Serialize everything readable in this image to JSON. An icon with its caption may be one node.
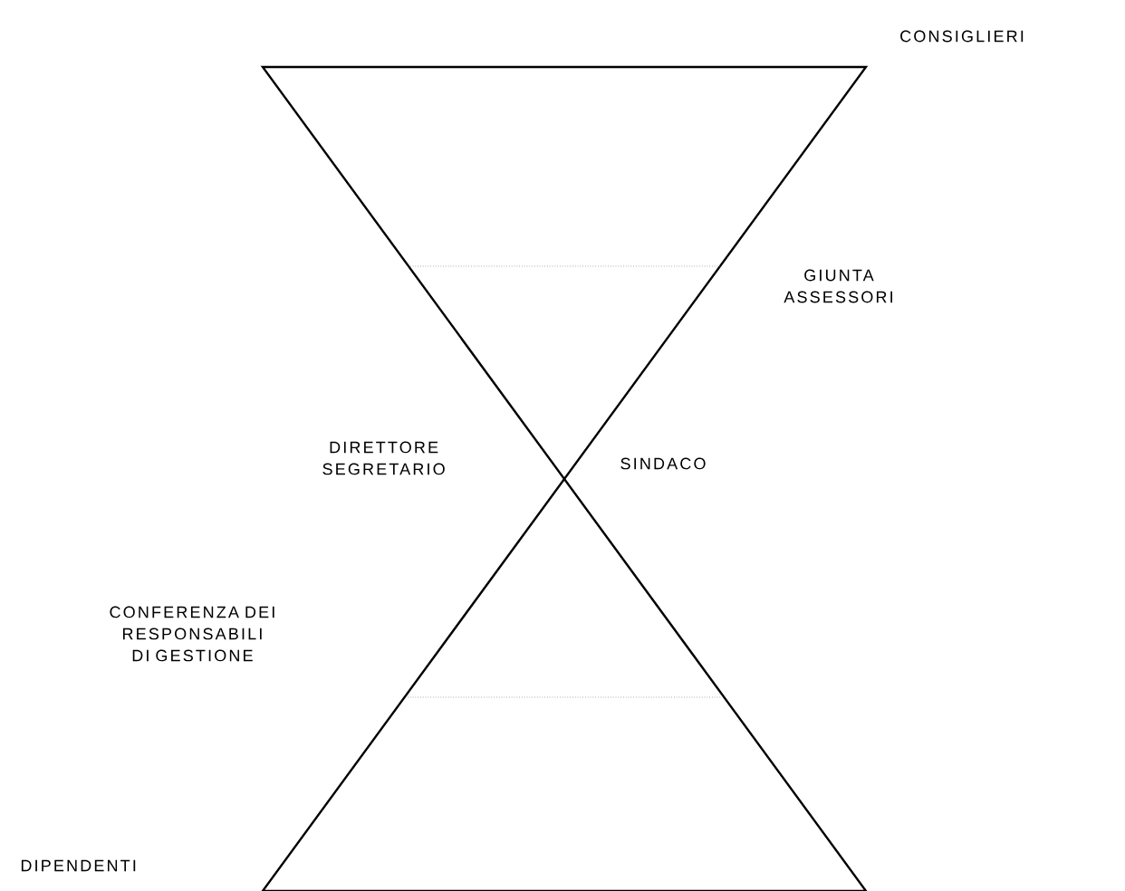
{
  "diagram": {
    "labels": [
      "CONSIGLIERI",
      "GIUNTA ASSESSORI",
      "DIRETTORE SEGRETARIO",
      "SINDACO",
      "CONFERENZA DEI RESPONSABILI DI GESTIONE",
      "DIPENDENTI"
    ]
  }
}
